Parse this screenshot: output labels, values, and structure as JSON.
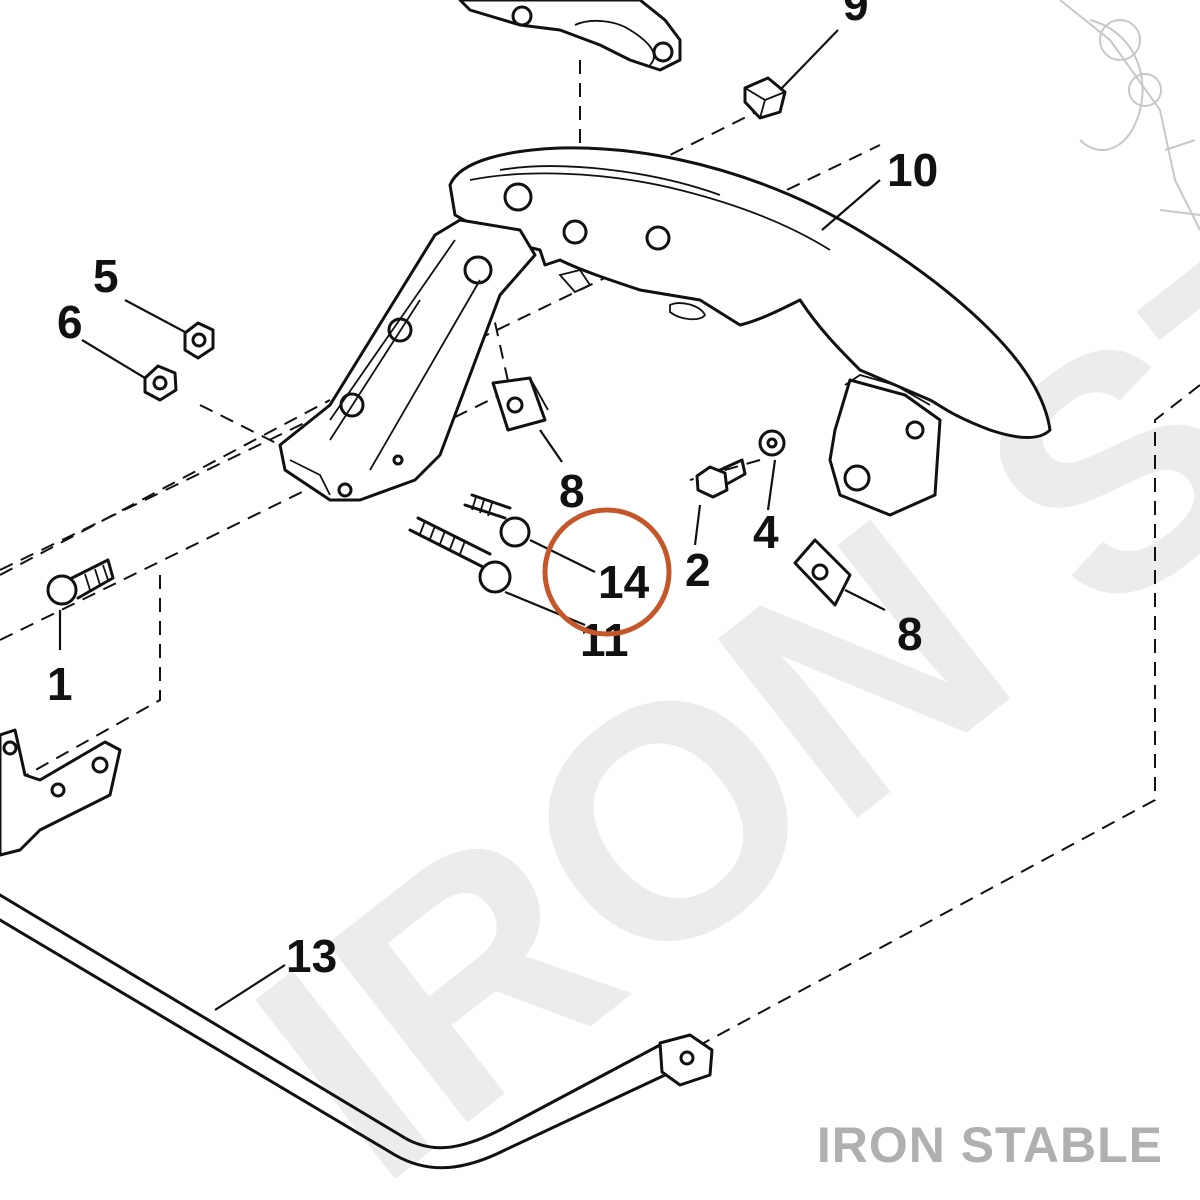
{
  "diagram": {
    "callouts": {
      "c1": "1",
      "c2": "2",
      "c4": "4",
      "c5": "5",
      "c6": "6",
      "c8a": "8",
      "c8b": "8",
      "c9": "9",
      "c10": "10",
      "c11": "11",
      "c13": "13",
      "c14": "14"
    },
    "highlighted_callout": "14",
    "highlight_color": "#c4562a",
    "watermark_text": "IRON STA",
    "brand_text": "IRON STABLE",
    "brand_color": "#b0b0b0"
  }
}
